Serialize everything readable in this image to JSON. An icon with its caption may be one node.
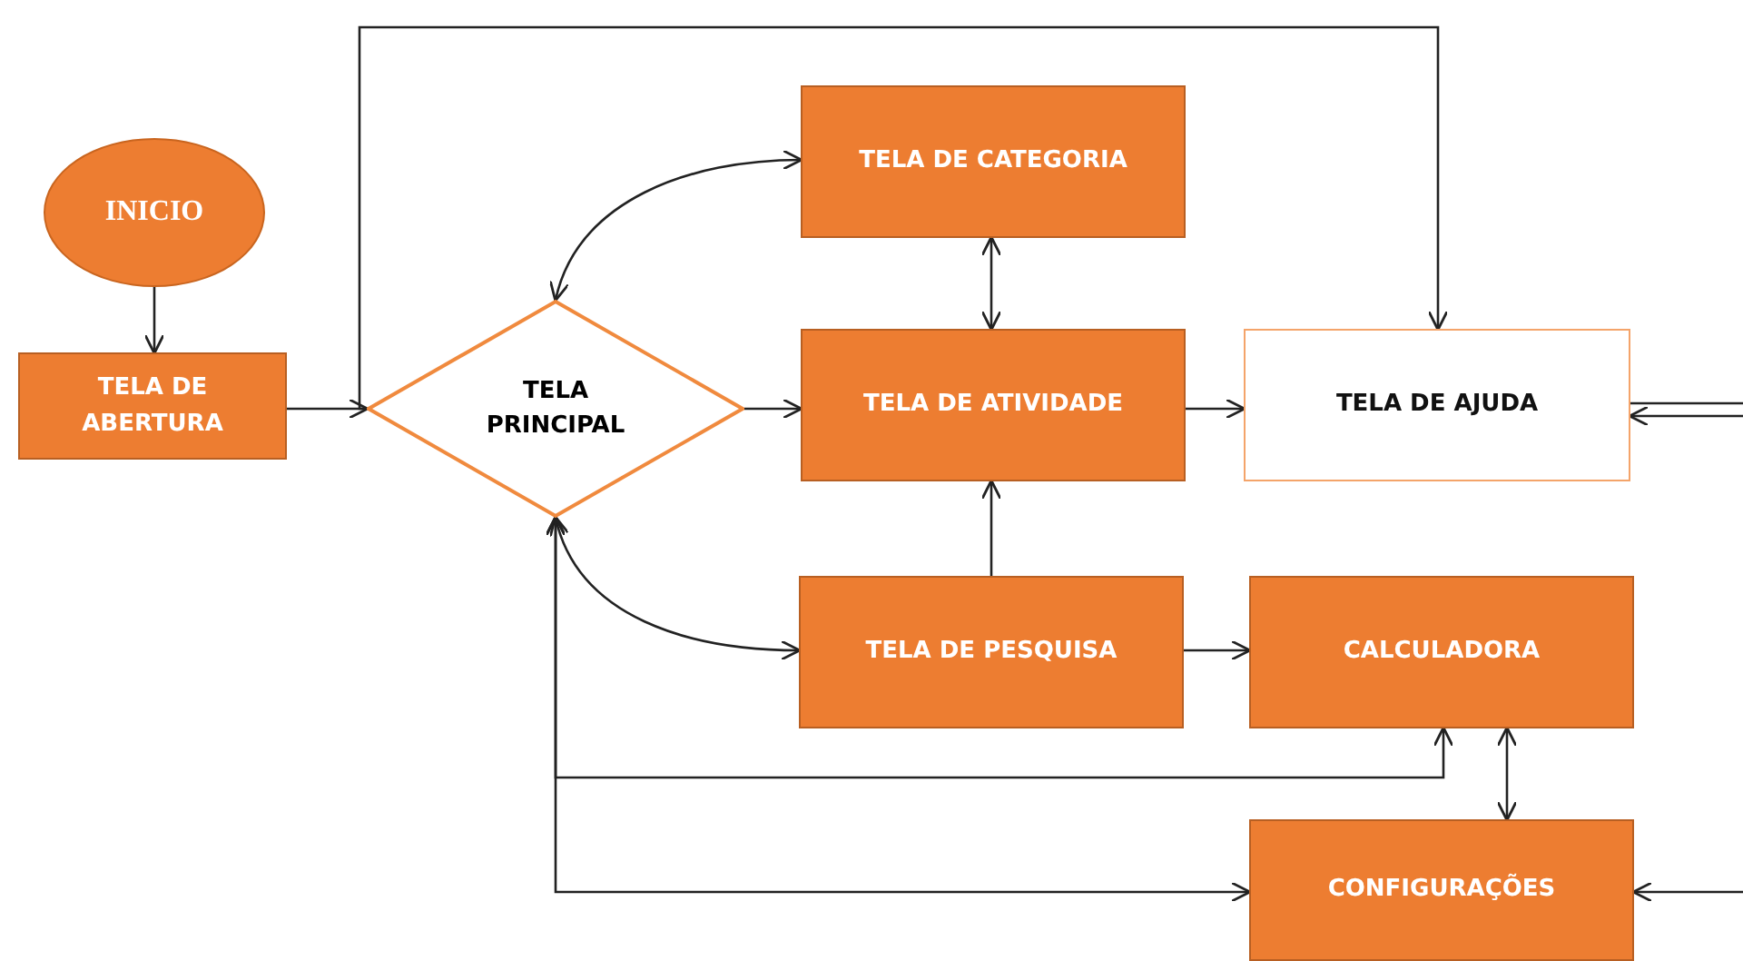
{
  "diagram": {
    "nodes": [
      {
        "text": [
          "INICIO"
        ]
      },
      {
        "text": [
          "TELA DE ABERTURA"
        ]
      },
      {
        "text": [
          "TELA PRINCIPAL"
        ]
      },
      {
        "text": [
          "TELA DE CATEGORIA"
        ]
      },
      {
        "text": [
          "TELA DE ATIVIDADE"
        ]
      },
      {
        "text": [
          "TELA DE AJUDA"
        ]
      },
      {
        "text": [
          "TELA DE PESQUISA"
        ]
      },
      {
        "text": [
          "CALCULADORA"
        ]
      },
      {
        "text": [
          "CONFIGURAÇÕES"
        ]
      }
    ],
    "edges": [
      {
        "from": 0,
        "to": 1,
        "arrow": "to"
      },
      {
        "from": 1,
        "to": 2,
        "arrow": "to"
      },
      {
        "from": 2,
        "to": 5,
        "arrow": "to"
      },
      {
        "from": 2,
        "to": 3,
        "arrow": "both"
      },
      {
        "from": 2,
        "to": 4,
        "arrow": "to"
      },
      {
        "from": 3,
        "to": 4,
        "arrow": "both"
      },
      {
        "from": 4,
        "to": 5,
        "arrow": "to"
      },
      {
        "from": 5,
        "to": null,
        "arrow": "none"
      },
      {
        "from": null,
        "to": 5,
        "arrow": "to"
      },
      {
        "from": 2,
        "to": 6,
        "arrow": "both"
      },
      {
        "from": 6,
        "to": 4,
        "arrow": "to"
      },
      {
        "from": 6,
        "to": 7,
        "arrow": "to"
      },
      {
        "from": 2,
        "to": 7,
        "arrow": "both"
      },
      {
        "from": 2,
        "to": 8,
        "arrow": "both"
      },
      {
        "from": 7,
        "to": 8,
        "arrow": "both"
      },
      {
        "from": null,
        "to": 8,
        "arrow": "to"
      }
    ]
  }
}
